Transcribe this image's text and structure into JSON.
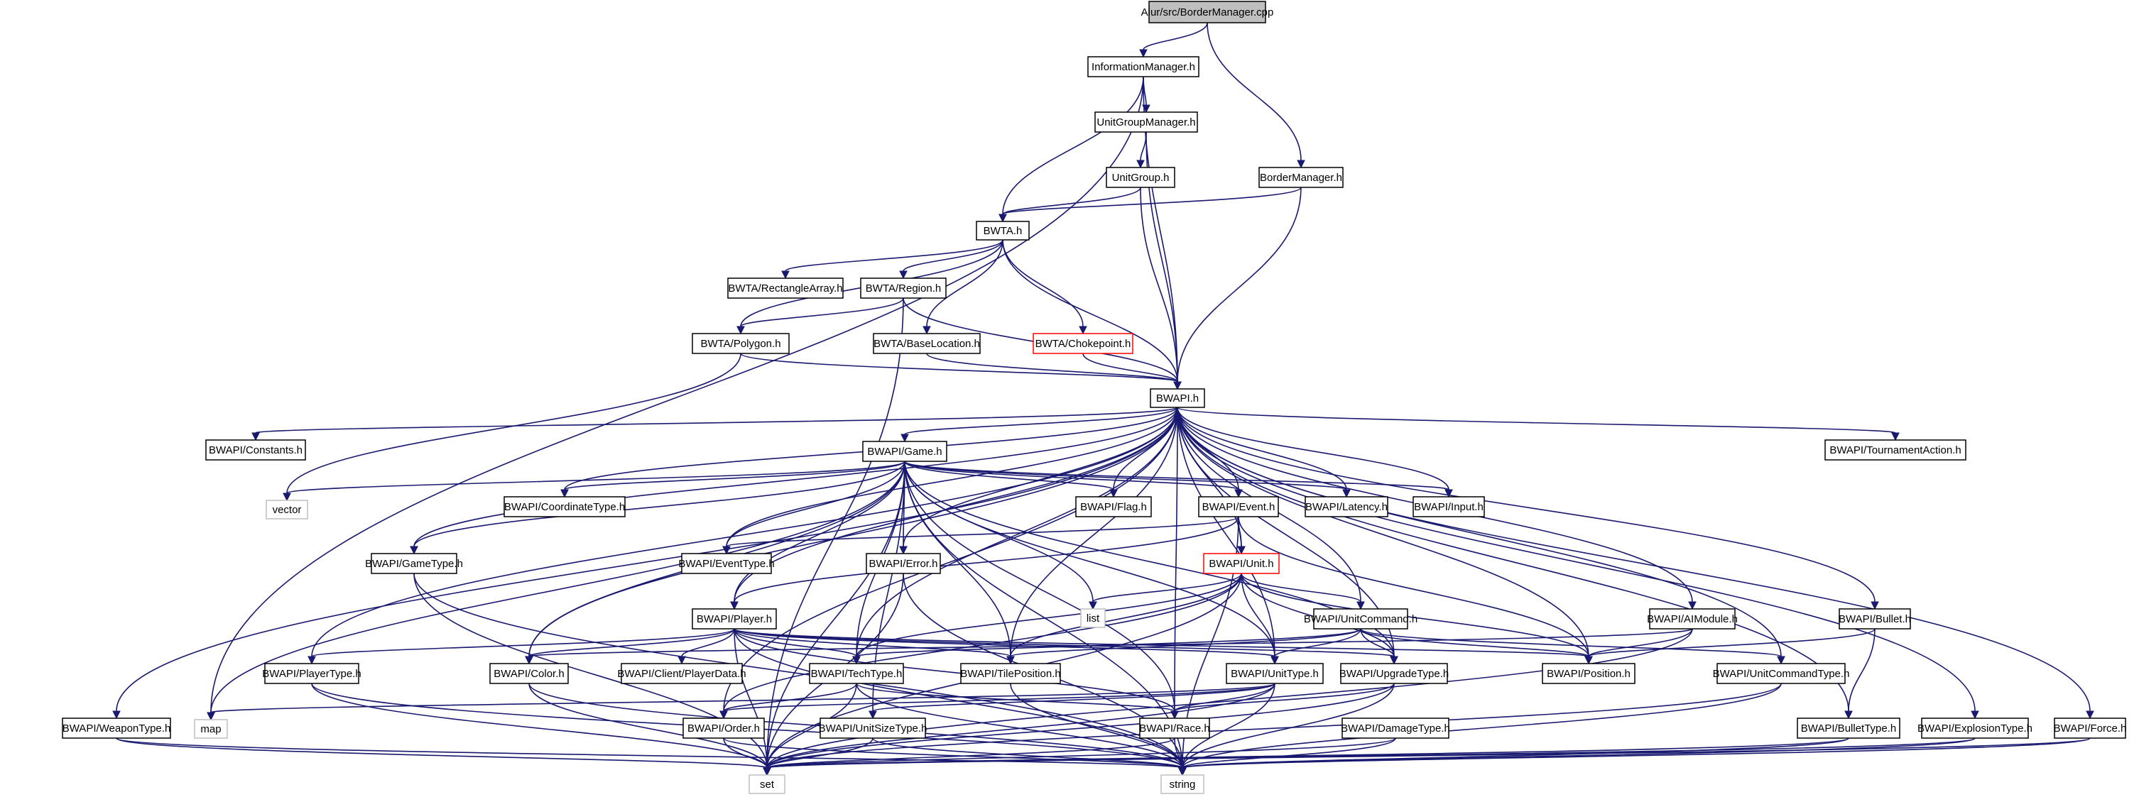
{
  "graph": {
    "nodes": [
      {
        "id": "root",
        "label": "Aiur/src/BorderManager.cpp",
        "style": "root"
      },
      {
        "id": "infomgr",
        "label": "InformationManager.h"
      },
      {
        "id": "ugm",
        "label": "UnitGroupManager.h"
      },
      {
        "id": "ug",
        "label": "UnitGroup.h"
      },
      {
        "id": "bm",
        "label": "BorderManager.h"
      },
      {
        "id": "bwta",
        "label": "BWTA.h"
      },
      {
        "id": "rectarr",
        "label": "BWTA/RectangleArray.h"
      },
      {
        "id": "region",
        "label": "BWTA/Region.h"
      },
      {
        "id": "polygon",
        "label": "BWTA/Polygon.h"
      },
      {
        "id": "baseloc",
        "label": "BWTA/BaseLocation.h"
      },
      {
        "id": "choke",
        "label": "BWTA/Chokepoint.h",
        "style": "red"
      },
      {
        "id": "bwapi",
        "label": "BWAPI.h"
      },
      {
        "id": "constants",
        "label": "BWAPI/Constants.h"
      },
      {
        "id": "game",
        "label": "BWAPI/Game.h"
      },
      {
        "id": "tournament",
        "label": "BWAPI/TournamentAction.h"
      },
      {
        "id": "vector",
        "label": "vector",
        "style": "ext"
      },
      {
        "id": "coord",
        "label": "BWAPI/CoordinateType.h"
      },
      {
        "id": "flag",
        "label": "BWAPI/Flag.h"
      },
      {
        "id": "event",
        "label": "BWAPI/Event.h"
      },
      {
        "id": "latency",
        "label": "BWAPI/Latency.h"
      },
      {
        "id": "input",
        "label": "BWAPI/Input.h"
      },
      {
        "id": "gametype",
        "label": "BWAPI/GameType.h"
      },
      {
        "id": "eventtype",
        "label": "BWAPI/EventType.h"
      },
      {
        "id": "error",
        "label": "BWAPI/Error.h"
      },
      {
        "id": "unit",
        "label": "BWAPI/Unit.h",
        "style": "red"
      },
      {
        "id": "list",
        "label": "list",
        "style": "ext"
      },
      {
        "id": "player",
        "label": "BWAPI/Player.h"
      },
      {
        "id": "unitcmd",
        "label": "BWAPI/UnitCommand.h"
      },
      {
        "id": "aimodule",
        "label": "BWAPI/AIModule.h"
      },
      {
        "id": "bullet",
        "label": "BWAPI/Bullet.h"
      },
      {
        "id": "playertype",
        "label": "BWAPI/PlayerType.h"
      },
      {
        "id": "color",
        "label": "BWAPI/Color.h"
      },
      {
        "id": "clientpd",
        "label": "BWAPI/Client/PlayerData.h"
      },
      {
        "id": "techtype",
        "label": "BWAPI/TechType.h"
      },
      {
        "id": "tilepos",
        "label": "BWAPI/TilePosition.h"
      },
      {
        "id": "unittype",
        "label": "BWAPI/UnitType.h"
      },
      {
        "id": "upgtype",
        "label": "BWAPI/UpgradeType.h"
      },
      {
        "id": "position",
        "label": "BWAPI/Position.h"
      },
      {
        "id": "uctype",
        "label": "BWAPI/UnitCommandType.h"
      },
      {
        "id": "weapontype",
        "label": "BWAPI/WeaponType.h"
      },
      {
        "id": "map",
        "label": "map",
        "style": "ext"
      },
      {
        "id": "order",
        "label": "BWAPI/Order.h"
      },
      {
        "id": "unitsize",
        "label": "BWAPI/UnitSizeType.h"
      },
      {
        "id": "race",
        "label": "BWAPI/Race.h"
      },
      {
        "id": "damage",
        "label": "BWAPI/DamageType.h"
      },
      {
        "id": "bullettype",
        "label": "BWAPI/BulletType.h"
      },
      {
        "id": "explosion",
        "label": "BWAPI/ExplosionType.h"
      },
      {
        "id": "force",
        "label": "BWAPI/Force.h"
      },
      {
        "id": "set",
        "label": "set",
        "style": "ext"
      },
      {
        "id": "string",
        "label": "string",
        "style": "ext"
      }
    ],
    "edges": [
      [
        "root",
        "infomgr"
      ],
      [
        "root",
        "bm"
      ],
      [
        "infomgr",
        "map"
      ],
      [
        "infomgr",
        "bwta"
      ],
      [
        "infomgr",
        "ugm"
      ],
      [
        "infomgr",
        "bwapi"
      ],
      [
        "ugm",
        "ug"
      ],
      [
        "ugm",
        "bwapi"
      ],
      [
        "ug",
        "bwta"
      ],
      [
        "ug",
        "bwapi"
      ],
      [
        "bm",
        "bwta"
      ],
      [
        "bm",
        "bwapi"
      ],
      [
        "bwta",
        "rectarr"
      ],
      [
        "bwta",
        "region"
      ],
      [
        "bwta",
        "polygon"
      ],
      [
        "bwta",
        "baseloc"
      ],
      [
        "bwta",
        "choke"
      ],
      [
        "bwta",
        "bwapi"
      ],
      [
        "region",
        "polygon"
      ],
      [
        "region",
        "bwapi"
      ],
      [
        "region",
        "set"
      ],
      [
        "polygon",
        "bwapi"
      ],
      [
        "polygon",
        "vector"
      ],
      [
        "baseloc",
        "bwapi"
      ],
      [
        "choke",
        "bwapi"
      ],
      [
        "bwapi",
        "constants"
      ],
      [
        "bwapi",
        "game"
      ],
      [
        "bwapi",
        "tournament"
      ],
      [
        "bwapi",
        "coord"
      ],
      [
        "bwapi",
        "flag"
      ],
      [
        "bwapi",
        "event"
      ],
      [
        "bwapi",
        "latency"
      ],
      [
        "bwapi",
        "input"
      ],
      [
        "bwapi",
        "gametype"
      ],
      [
        "bwapi",
        "eventtype"
      ],
      [
        "bwapi",
        "error"
      ],
      [
        "bwapi",
        "unit"
      ],
      [
        "bwapi",
        "player"
      ],
      [
        "bwapi",
        "unitcmd"
      ],
      [
        "bwapi",
        "aimodule"
      ],
      [
        "bwapi",
        "bullet"
      ],
      [
        "bwapi",
        "playertype"
      ],
      [
        "bwapi",
        "color"
      ],
      [
        "bwapi",
        "techtype"
      ],
      [
        "bwapi",
        "tilepos"
      ],
      [
        "bwapi",
        "unittype"
      ],
      [
        "bwapi",
        "upgtype"
      ],
      [
        "bwapi",
        "position"
      ],
      [
        "bwapi",
        "uctype"
      ],
      [
        "bwapi",
        "weapontype"
      ],
      [
        "bwapi",
        "order"
      ],
      [
        "bwapi",
        "race"
      ],
      [
        "bwapi",
        "bullettype"
      ],
      [
        "bwapi",
        "explosion"
      ],
      [
        "bwapi",
        "force"
      ],
      [
        "game",
        "vector"
      ],
      [
        "game",
        "coord"
      ],
      [
        "game",
        "flag"
      ],
      [
        "game",
        "event"
      ],
      [
        "game",
        "latency"
      ],
      [
        "game",
        "input"
      ],
      [
        "game",
        "gametype"
      ],
      [
        "game",
        "eventtype"
      ],
      [
        "game",
        "error"
      ],
      [
        "game",
        "list"
      ],
      [
        "game",
        "player"
      ],
      [
        "game",
        "color"
      ],
      [
        "game",
        "techtype"
      ],
      [
        "game",
        "tilepos"
      ],
      [
        "game",
        "unittype"
      ],
      [
        "game",
        "upgtype"
      ],
      [
        "game",
        "race"
      ],
      [
        "game",
        "map"
      ],
      [
        "game",
        "set"
      ],
      [
        "game",
        "unitsize"
      ],
      [
        "game",
        "string"
      ],
      [
        "event",
        "eventtype"
      ],
      [
        "event",
        "unit"
      ],
      [
        "event",
        "player"
      ],
      [
        "event",
        "position"
      ],
      [
        "event",
        "string"
      ],
      [
        "gametype",
        "set"
      ],
      [
        "gametype",
        "string"
      ],
      [
        "error",
        "set"
      ],
      [
        "error",
        "string"
      ],
      [
        "unit",
        "list"
      ],
      [
        "unit",
        "unitcmd"
      ],
      [
        "unit",
        "unittype"
      ],
      [
        "unit",
        "upgtype"
      ],
      [
        "unit",
        "techtype"
      ],
      [
        "unit",
        "position"
      ],
      [
        "unit",
        "tilepos"
      ],
      [
        "unit",
        "order"
      ],
      [
        "unit",
        "set"
      ],
      [
        "player",
        "playertype"
      ],
      [
        "player",
        "color"
      ],
      [
        "player",
        "clientpd"
      ],
      [
        "player",
        "techtype"
      ],
      [
        "player",
        "tilepos"
      ],
      [
        "player",
        "unittype"
      ],
      [
        "player",
        "upgtype"
      ],
      [
        "player",
        "race"
      ],
      [
        "player",
        "position"
      ],
      [
        "player",
        "set"
      ],
      [
        "player",
        "string"
      ],
      [
        "unitcmd",
        "uctype"
      ],
      [
        "unitcmd",
        "position"
      ],
      [
        "unitcmd",
        "tilepos"
      ],
      [
        "unitcmd",
        "unittype"
      ],
      [
        "unitcmd",
        "upgtype"
      ],
      [
        "unitcmd",
        "techtype"
      ],
      [
        "aimodule",
        "position"
      ],
      [
        "aimodule",
        "color"
      ],
      [
        "aimodule",
        "set"
      ],
      [
        "bullet",
        "position"
      ],
      [
        "bullet",
        "bullettype"
      ],
      [
        "playertype",
        "set"
      ],
      [
        "playertype",
        "string"
      ],
      [
        "color",
        "set"
      ],
      [
        "color",
        "string"
      ],
      [
        "techtype",
        "order"
      ],
      [
        "techtype",
        "race"
      ],
      [
        "techtype",
        "set"
      ],
      [
        "techtype",
        "string"
      ],
      [
        "tilepos",
        "string"
      ],
      [
        "unittype",
        "map"
      ],
      [
        "unittype",
        "order"
      ],
      [
        "unittype",
        "unitsize"
      ],
      [
        "unittype",
        "race"
      ],
      [
        "unittype",
        "set"
      ],
      [
        "unittype",
        "string"
      ],
      [
        "upgtype",
        "race"
      ],
      [
        "upgtype",
        "set"
      ],
      [
        "upgtype",
        "string"
      ],
      [
        "uctype",
        "set"
      ],
      [
        "uctype",
        "string"
      ],
      [
        "weapontype",
        "set"
      ],
      [
        "weapontype",
        "string"
      ],
      [
        "order",
        "set"
      ],
      [
        "order",
        "string"
      ],
      [
        "unitsize",
        "set"
      ],
      [
        "unitsize",
        "string"
      ],
      [
        "race",
        "set"
      ],
      [
        "race",
        "string"
      ],
      [
        "damage",
        "set"
      ],
      [
        "damage",
        "string"
      ],
      [
        "bullettype",
        "set"
      ],
      [
        "bullettype",
        "string"
      ],
      [
        "explosion",
        "set"
      ],
      [
        "explosion",
        "string"
      ],
      [
        "force",
        "set"
      ],
      [
        "force",
        "string"
      ]
    ]
  }
}
